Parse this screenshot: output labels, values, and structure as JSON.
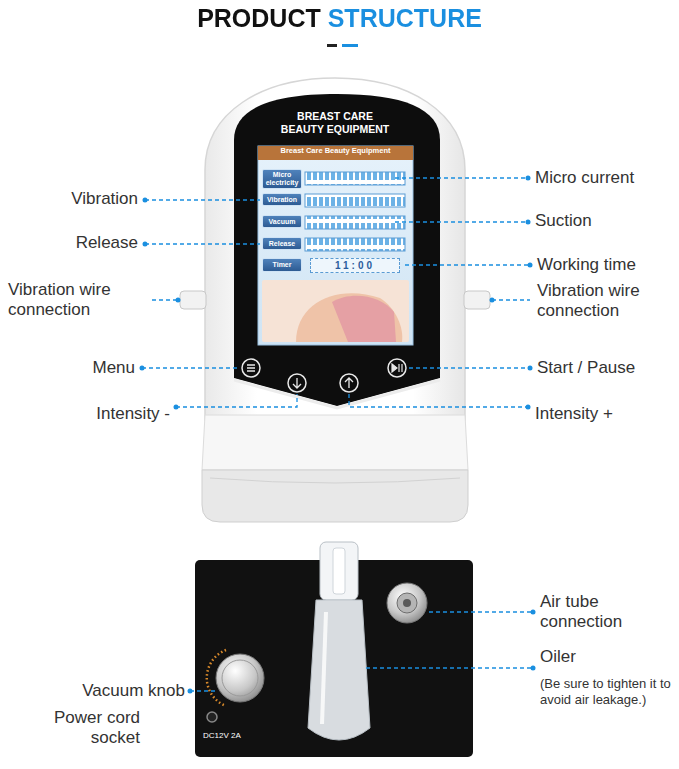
{
  "diagram": {
    "title": "PRODUCT STRUCTURE",
    "nodes": [
      {
        "text": [
          "Breast Care Beauty Equipment"
        ]
      },
      {
        "text": [
          "Micro electricity"
        ],
        "in": 0
      },
      {
        "text": [
          "Vibration"
        ],
        "in": 0
      },
      {
        "text": [
          "Vacuum"
        ],
        "in": 0
      },
      {
        "text": [
          "Release"
        ],
        "in": 0
      },
      {
        "text": [
          "Timer"
        ],
        "in": 0
      },
      {
        "text": [
          "11:00"
        ],
        "in": 0
      }
    ],
    "labels": [
      "BREAST CARE BEAUTY EQUIPMENT",
      "Vibration",
      "Release",
      "Vibration wire connection",
      "Menu",
      "Intensity -",
      "Micro current",
      "Suction",
      "Working time",
      "Vibration wire connection",
      "Start / Pause",
      "Intensity +",
      "Air tube connection",
      "Oiler",
      "(Be sure to tighten it to avoid air leakage.)",
      "Vacuum knob",
      "Power cord socket",
      "DC12V 2A"
    ]
  }
}
